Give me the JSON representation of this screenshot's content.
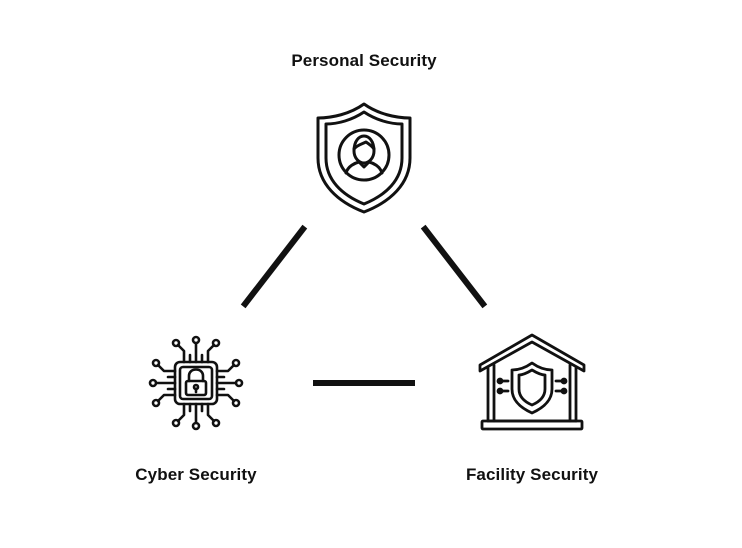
{
  "nodes": {
    "personal": {
      "label": "Personal Security",
      "icon": "shield-person-icon"
    },
    "cyber": {
      "label": "Cyber Security",
      "icon": "circuit-lock-icon"
    },
    "facility": {
      "label": "Facility Security",
      "icon": "house-shield-icon"
    }
  },
  "colors": {
    "stroke": "#111111",
    "background": "#ffffff"
  }
}
